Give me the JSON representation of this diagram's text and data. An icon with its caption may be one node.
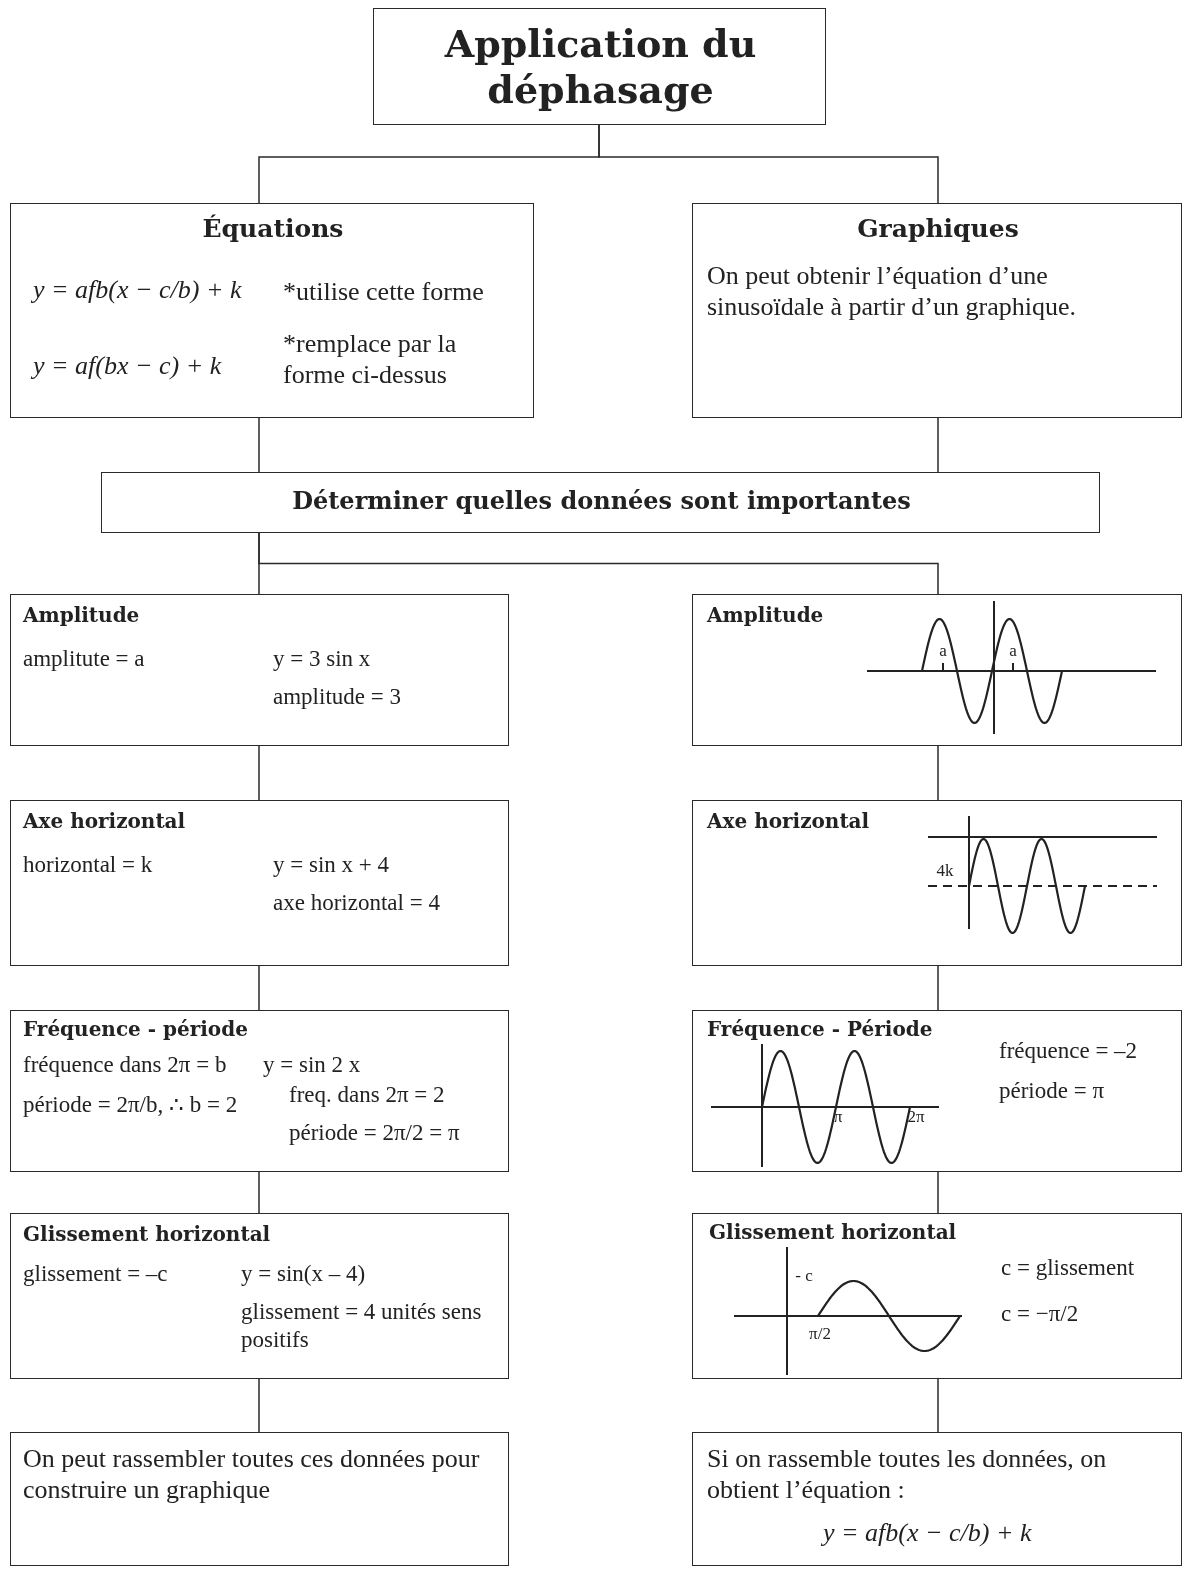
{
  "diagram": {
    "nodes": [
      {
        "text": [
          "Application du déphasage"
        ]
      },
      {
        "text": [
          "Équations",
          "y = afb(x − c/b) + k",
          "y = af(bx − c) + k",
          "*utilise cette forme",
          "*remplace par la forme ci-dessus"
        ]
      },
      {
        "text": [
          "Graphiques",
          "On peut obtenir l’équation d’une sinusoïdale à partir d’un graphique."
        ]
      },
      {
        "text": [
          "Déterminer quelles données sont importantes"
        ]
      },
      {
        "text": [
          "Amplitude",
          "amplitute = a",
          "y = 3 sin x",
          "amplitude = 3"
        ]
      },
      {
        "text": [
          "Amplitude",
          "a",
          "a"
        ]
      },
      {
        "text": [
          "Axe horizontal",
          "horizontal = k",
          "y = sin x + 4",
          "axe horizontal = 4"
        ]
      },
      {
        "text": [
          "Axe horizontal",
          "4k"
        ]
      },
      {
        "text": [
          "Fréquence - période",
          "fréquence dans 2π = b",
          "y = sin 2 x",
          "période = 2π/b, ∴ b = 2",
          "freq. dans 2π = 2",
          "période = 2π/2 = π"
        ]
      },
      {
        "text": [
          "Fréquence - Période",
          "π",
          "2π",
          "fréquence = –2",
          "période = π"
        ]
      },
      {
        "text": [
          "Glissement horizontal",
          "glissement = –c",
          "y = sin(x – 4)",
          "glissement = 4 unités sens positifs"
        ]
      },
      {
        "text": [
          "Glissement horizontal",
          "- c",
          "π/2",
          "c = glissement",
          "c = −π/2"
        ]
      },
      {
        "text": [
          "On peut rassembler toutes ces données pour construire un graphique"
        ]
      },
      {
        "text": [
          "Si on rassemble toutes les données, on obtient l’équation :",
          "y = afb(x − c/b) + k"
        ]
      }
    ],
    "edges": [
      {
        "from": 0,
        "to": 1,
        "arrow": "none"
      },
      {
        "from": 0,
        "to": 2,
        "arrow": "none"
      },
      {
        "from": 1,
        "to": 3,
        "arrow": "none"
      },
      {
        "from": 2,
        "to": 3,
        "arrow": "none"
      },
      {
        "from": 3,
        "to": 4,
        "arrow": "none"
      },
      {
        "from": 3,
        "to": 5,
        "arrow": "none"
      },
      {
        "from": 4,
        "to": 6,
        "arrow": "none"
      },
      {
        "from": 6,
        "to": 8,
        "arrow": "none"
      },
      {
        "from": 8,
        "to": 10,
        "arrow": "none"
      },
      {
        "from": 10,
        "to": 12,
        "arrow": "none"
      },
      {
        "from": 5,
        "to": 7,
        "arrow": "none"
      },
      {
        "from": 7,
        "to": 9,
        "arrow": "none"
      },
      {
        "from": 9,
        "to": 11,
        "arrow": "none"
      },
      {
        "from": 11,
        "to": 13,
        "arrow": "none"
      }
    ]
  }
}
